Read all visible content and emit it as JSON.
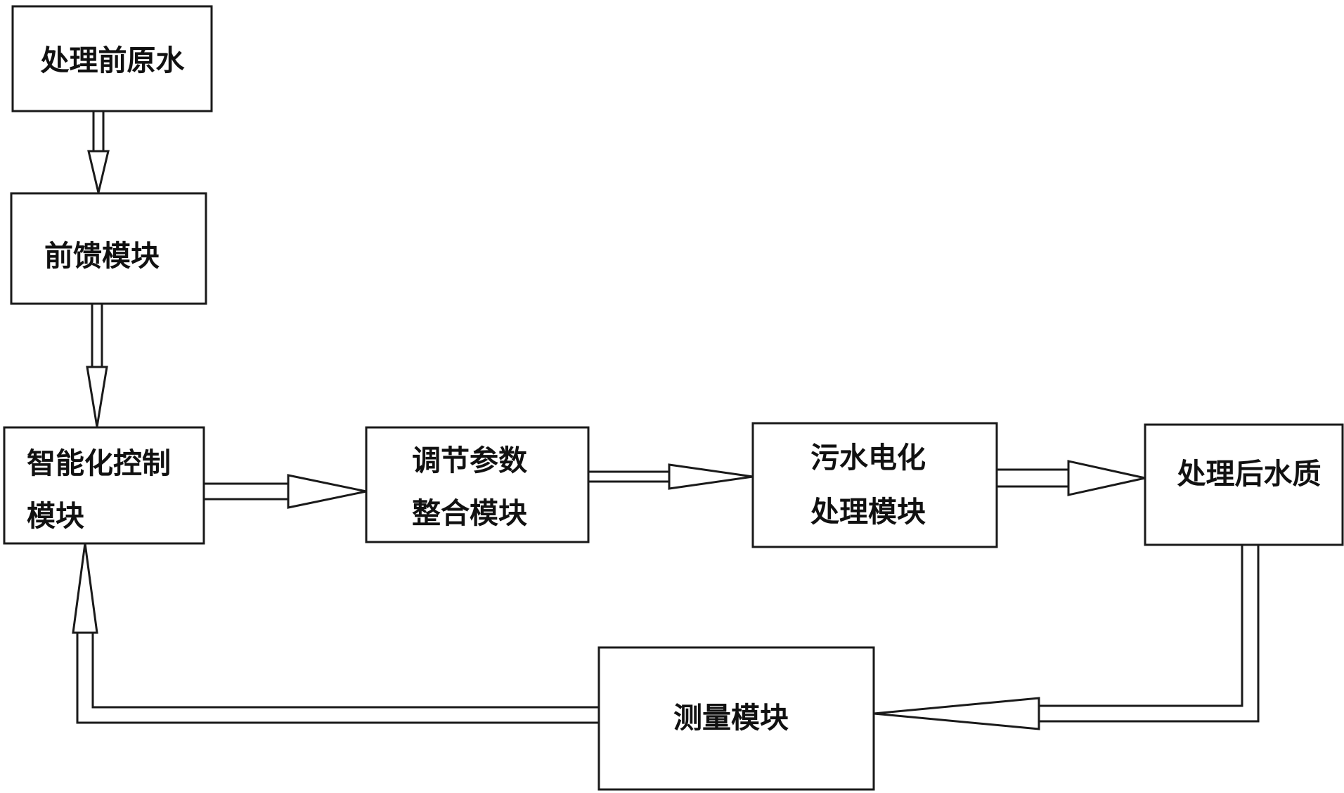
{
  "nodes": {
    "raw_water": {
      "label": "处理前原水"
    },
    "feedforward": {
      "label": "前馈模块"
    },
    "control": {
      "line1": "智能化控制",
      "line2": "模块"
    },
    "param_integration": {
      "line1": "调节参数",
      "line2": "整合模块"
    },
    "electro_treatment": {
      "line1": "污水电化",
      "line2": "处理模块"
    },
    "treated_water": {
      "label": "处理后水质"
    },
    "measurement": {
      "label": "测量模块"
    }
  },
  "colors": {
    "stroke": "#1a1a1a",
    "text": "#111111",
    "background": "#ffffff"
  }
}
